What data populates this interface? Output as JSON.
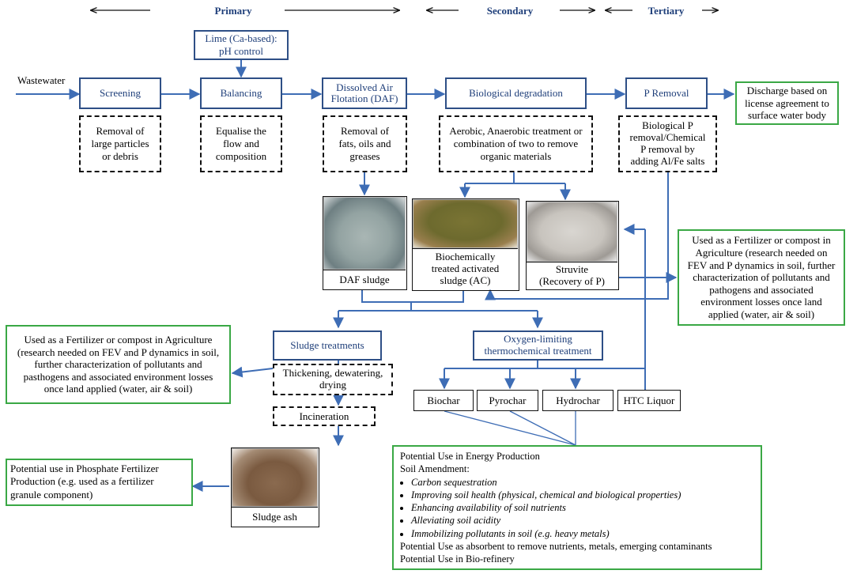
{
  "stages": {
    "primary": "Primary",
    "secondary": "Secondary",
    "tertiary": "Tertiary"
  },
  "input_label": "Wastewater",
  "process_boxes": {
    "lime": "Lime (Ca-based):\npH control",
    "screening": "Screening",
    "balancing": "Balancing",
    "daf": "Dissolved Air\nFlotation (DAF)",
    "biological": "Biological degradation",
    "p_removal": "P Removal",
    "sludge_treatments": "Sludge treatments",
    "oxygen_limiting": "Oxygen-limiting\nthermochemical treatment"
  },
  "description_boxes": {
    "screening_desc": "Removal of\nlarge particles\nor debris",
    "balancing_desc": "Equalise the\nflow and\ncomposition",
    "daf_desc": "Removal of\nfats, oils and\ngreases",
    "biological_desc": "Aerobic, Anaerobic treatment or\ncombination of two to remove\norganic materials",
    "p_removal_desc": "Biological P\nremoval/Chemical\nP removal by\nadding Al/Fe salts",
    "thickening": "Thickening, dewatering,\ndrying",
    "incineration": "Incineration"
  },
  "products": {
    "daf_sludge": "DAF sludge",
    "activated_sludge": "Biochemically\ntreated activated\nsludge (AC)",
    "struvite": "Struvite\n(Recovery of P)",
    "sludge_ash": "Sludge ash",
    "biochar": "Biochar",
    "pyrochar": "Pyrochar",
    "hydrochar": "Hydrochar",
    "htc_liquor": "HTC Liquor"
  },
  "outcomes": {
    "discharge": "Discharge based on\nlicense agreement to\nsurface water body",
    "fertilizer_right": "Used as a Fertilizer or compost in\nAgriculture (research needed on\nFEV and P dynamics in soil, further\ncharacterization of pollutants and\npathogens and associated\nenvironment losses once land\napplied (water, air & soil)",
    "fertilizer_left": "Used as a Fertilizer or compost in Agriculture\n(research needed on FEV and P dynamics in soil,\nfurther characterization of pollutants and\npasthogens and associated environment losses\nonce land applied (water, air & soil)",
    "phosphate": "Potential use in Phosphate Fertilizer\nProduction (e.g. used as a fertilizer\ngranule component)",
    "biochar_uses": {
      "line1": "Potential Use in Energy Production",
      "line2": "Soil Amendment:",
      "bullets": [
        "Carbon sequestration",
        "Improving soil  health (physical, chemical and biological properties)",
        "Enhancing availability of soil nutrients",
        "Alleviating soil acidity",
        "Immobilizing pollutants in soil (e.g. heavy metals)"
      ],
      "line3": "Potential Use as absorbent to remove nutrients,  metals, emerging contaminants",
      "line4": "Potential Use in Bio-refinery"
    }
  },
  "colors": {
    "process_border": "#2e4f86",
    "arrow": "#3e6db5",
    "outcome_border": "#3aa845"
  }
}
